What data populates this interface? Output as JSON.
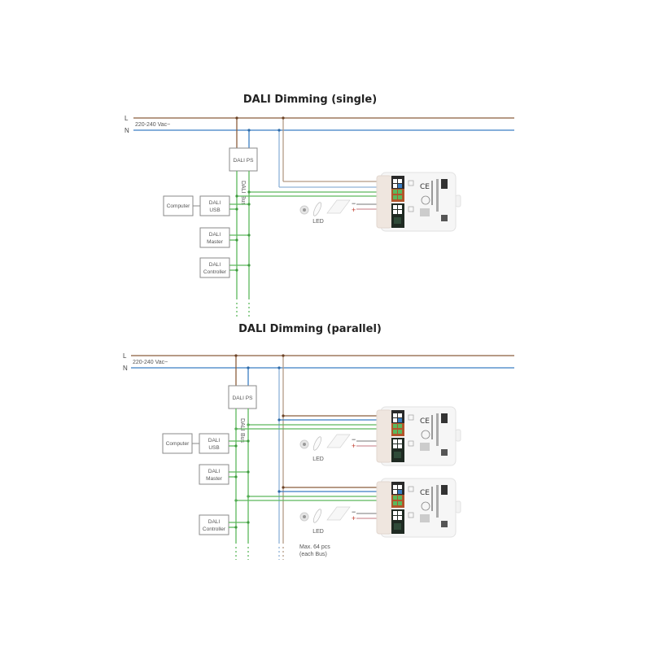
{
  "diagrams": [
    {
      "title": "DALI Dimming (single)",
      "line_L_label": "L",
      "line_N_label": "N",
      "voltage_label": "220-240 Vac~",
      "ps_label": "DALI PS",
      "bus_label_1": "DALI",
      "bus_label_2": "Bus",
      "devices": [
        {
          "line1": "DALI",
          "line2": "USB"
        },
        {
          "line1": "DALI",
          "line2": "Master"
        },
        {
          "line1": "DALI",
          "line2": "Controller"
        }
      ],
      "computer_label": "Computer",
      "led_label": "LED",
      "driver_polarity": {
        "minus": "−",
        "plus": "+"
      }
    },
    {
      "title": "DALI Dimming (parallel)",
      "line_L_label": "L",
      "line_N_label": "N",
      "voltage_label": "220-240 Vac~",
      "ps_label": "DALI PS",
      "bus_label_1": "DALI",
      "bus_label_2": "Bus",
      "devices": [
        {
          "line1": "DALI",
          "line2": "USB"
        },
        {
          "line1": "DALI",
          "line2": "Master"
        },
        {
          "line1": "DALI",
          "line2": "Controller"
        }
      ],
      "computer_label": "Computer",
      "led_labels": [
        "LED",
        "LED"
      ],
      "max_note_1": "Max. 64 pcs",
      "max_note_2": "(each Bus)",
      "driver_polarity": {
        "minus": "−",
        "plus": "+"
      }
    }
  ],
  "colors": {
    "live": "#8b5e3c",
    "neutral": "#3a7ec4",
    "bus": "#5cb85c"
  }
}
